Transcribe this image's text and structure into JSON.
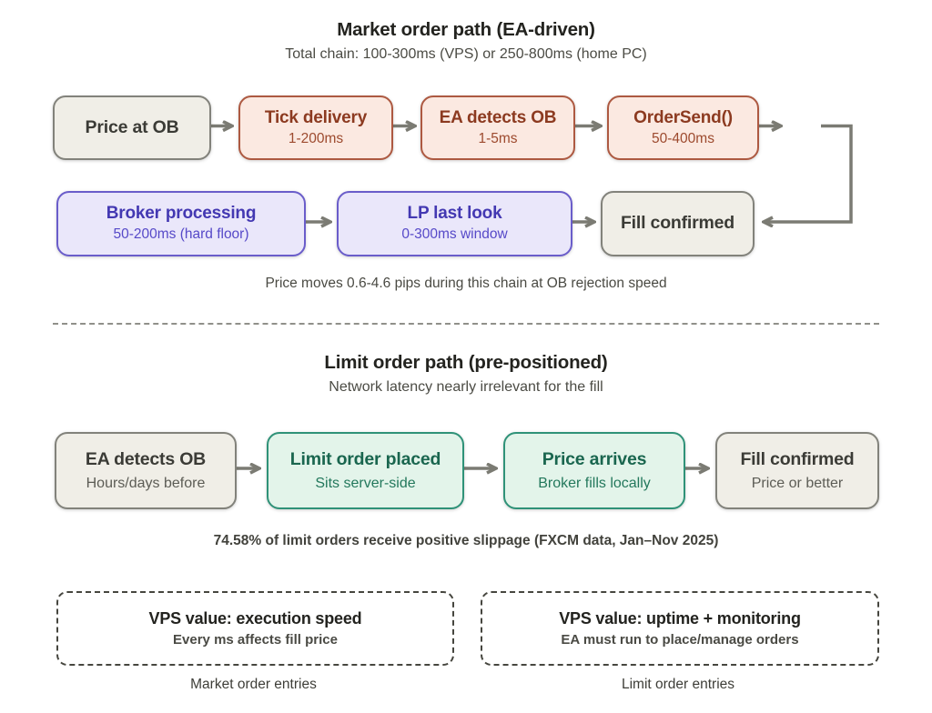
{
  "market_section": {
    "title": "Market order path (EA-driven)",
    "subtitle": "Total chain: 100-300ms (VPS) or 250-800ms (home PC)",
    "row1": [
      {
        "title": "Price at OB",
        "subtitle": ""
      },
      {
        "title": "Tick delivery",
        "subtitle": "1-200ms"
      },
      {
        "title": "EA detects OB",
        "subtitle": "1-5ms"
      },
      {
        "title": "OrderSend()",
        "subtitle": "50-400ms"
      }
    ],
    "row2": [
      {
        "title": "Broker processing",
        "subtitle": "50-200ms (hard floor)"
      },
      {
        "title": "LP last look",
        "subtitle": "0-300ms window"
      },
      {
        "title": "Fill confirmed",
        "subtitle": ""
      }
    ],
    "caption": "Price moves 0.6-4.6 pips during this chain at OB rejection speed"
  },
  "limit_section": {
    "title": "Limit order path (pre-positioned)",
    "subtitle": "Network latency nearly irrelevant for the fill",
    "row": [
      {
        "title": "EA detects OB",
        "subtitle": "Hours/days before"
      },
      {
        "title": "Limit order placed",
        "subtitle": "Sits server-side"
      },
      {
        "title": "Price arrives",
        "subtitle": "Broker fills locally"
      },
      {
        "title": "Fill confirmed",
        "subtitle": "Price or better"
      }
    ],
    "caption": "74.58% of limit orders receive positive slippage (FXCM data, Jan–Nov 2025)"
  },
  "vps_boxes": [
    {
      "title": "VPS value: execution speed",
      "subtitle": "Every ms affects fill price"
    },
    {
      "title": "VPS value: uptime + monitoring",
      "subtitle": "EA must run to place/manage orders"
    }
  ],
  "footer_labels": [
    {
      "label": "Market order entries"
    },
    {
      "label": "Limit order entries"
    }
  ],
  "colors": {
    "background": "#ffffff",
    "arrow": "#7b7b73",
    "beige_fill": "#f0eee7",
    "beige_border": "#82827b",
    "beige_text": "#3b3b36",
    "red_fill": "#fbe9e1",
    "red_border": "#ad5941",
    "red_text": "#8c3a20",
    "purple_fill": "#eae7fa",
    "purple_border": "#6a5dca",
    "purple_text": "#4338b2",
    "green_fill": "#e3f4ea",
    "green_border": "#2f9278",
    "green_text": "#1a664f",
    "muted_text": "#4b4b44",
    "dark_text": "#23231f"
  }
}
